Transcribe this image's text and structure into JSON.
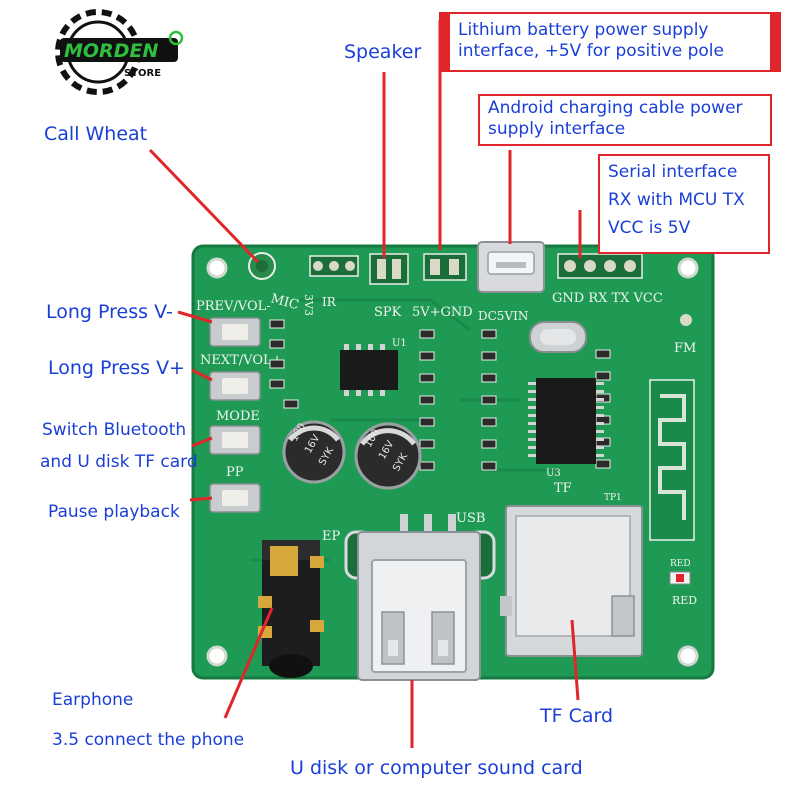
{
  "logo": {
    "text_main": "MORDEN",
    "text_sub": "STORE"
  },
  "callouts": {
    "speaker": "Speaker",
    "call_wheat": "Call Wheat",
    "long_press_v_minus": "Long Press V-",
    "long_press_v_plus": "Long Press V+",
    "switch_bt_line1": "Switch Bluetooth",
    "switch_bt_line2": "and U disk TF card",
    "pause_playback": "Pause playback",
    "earphone_line1": "Earphone",
    "earphone_line2": "3.5 connect the phone",
    "u_disk": "U disk or computer sound card",
    "tf_card": "TF Card"
  },
  "boxes": {
    "lithium_line1": "Lithium battery power supply",
    "lithium_line2": "interface, +5V for positive pole",
    "android_line1": "Android charging cable power",
    "android_line2": "supply interface",
    "serial_line1": "Serial interface",
    "serial_line2": "RX with MCU TX",
    "serial_line3": "VCC is 5V"
  },
  "board": {
    "mic": "MIC",
    "pin_3v3": "3V3",
    "ir": "IR",
    "spk": "SPK",
    "five_v_gnd": "5V+GND",
    "dc5vin": "DC5VIN",
    "gnd_rx_tx_vcc": "GND RX TX VCC",
    "fm": "FM",
    "prev_vol": "PREV/VOL-",
    "next_vol": "NEXT/VOL+",
    "mode": "MODE",
    "pp": "PP",
    "ep": "EP",
    "usb": "USB",
    "tf": "TF",
    "tf1": "TP1",
    "red": "RED",
    "cap_text_1": "100",
    "cap_text_2": "16V",
    "cap_text_3": "SYK",
    "u1": "U1",
    "u3": "U3"
  },
  "colors": {
    "pcb": "#1f9a55",
    "pcb_dark": "#157a40",
    "label_blue": "#1a3fd6",
    "leader_red": "#e0262a",
    "box_red": "#e0262a"
  }
}
